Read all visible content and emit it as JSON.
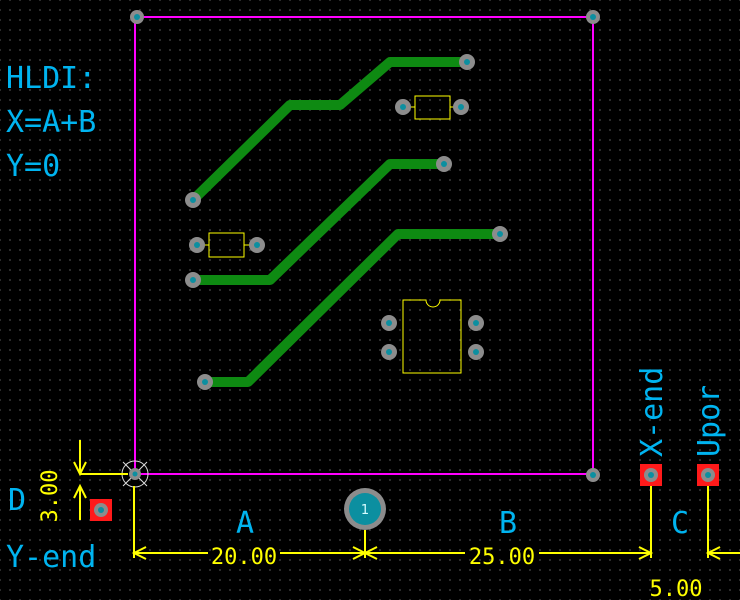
{
  "colors": {
    "board_outline": "#ff00ff",
    "track": "#0e8a12",
    "silkscreen": "#ffff00",
    "dimension": "#ffff00",
    "text": "#00b4f0",
    "pad": "#8c8c8c",
    "pad_hole": "#0c8fa0",
    "smd_pad": "#ff1a1a"
  },
  "annotation": {
    "line1": "HLDI:",
    "line2": "X=A+B",
    "line3": "Y=0"
  },
  "labels": {
    "a": "A",
    "b": "B",
    "c": "C",
    "d": "D",
    "x_end": "X-end",
    "upor": "Upor",
    "y_end": "Y-end"
  },
  "dimensions": {
    "a_value": "20.00",
    "b_value": "25.00",
    "c_value": "5.00",
    "d_value": "3.00"
  },
  "markers": {
    "origin_pad": "1"
  },
  "icons": {
    "origin_marker": "crosshair-circle-icon",
    "fiducial": "fiducial-icon"
  }
}
